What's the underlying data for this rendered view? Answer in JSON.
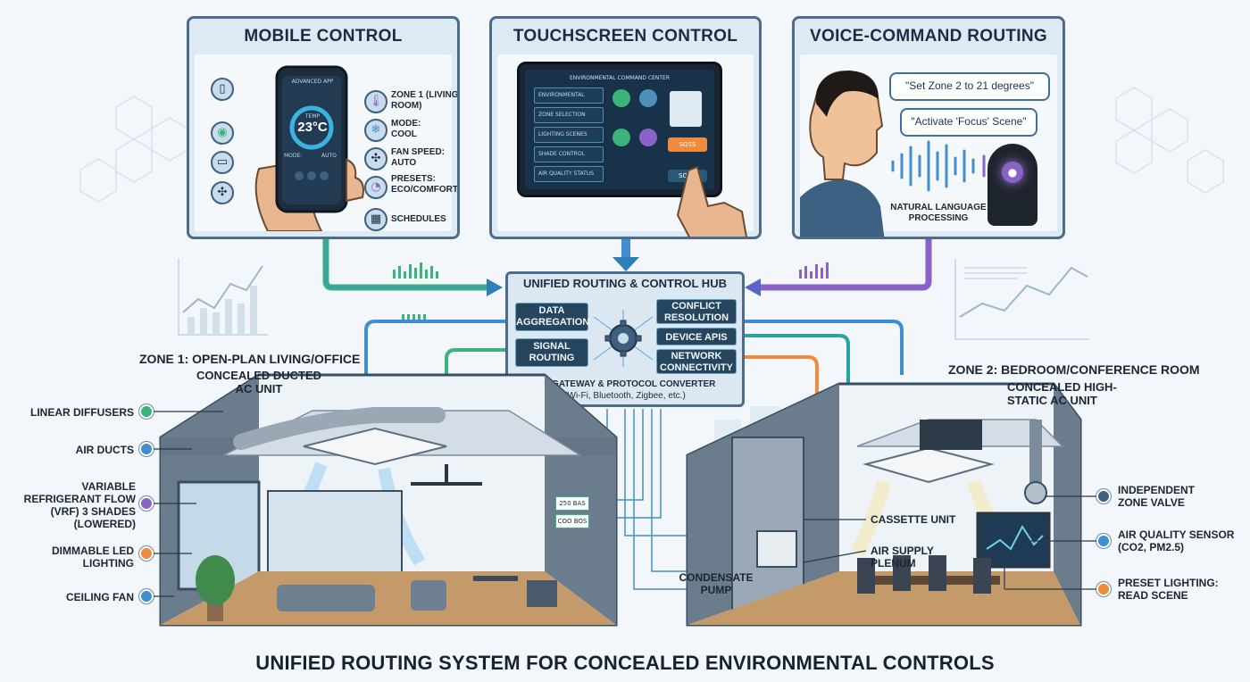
{
  "title": "UNIFIED ROUTING SYSTEM FOR CONCEALED ENVIRONMENTAL CONTROLS",
  "panels": {
    "mobile": {
      "title": "MOBILE CONTROL",
      "app_name": "ADVANCED APP",
      "temp_label": "TEMP",
      "temp_value": "23°C",
      "mode_label": "MODE:",
      "mode_value": "AUTO",
      "items": [
        {
          "label": "ZONE 1 (LIVING ROOM)",
          "icon": "thermometer-icon"
        },
        {
          "label": "MODE: COOL",
          "icon": "snowflake-icon"
        },
        {
          "label": "FAN SPEED: AUTO",
          "icon": "fan-icon"
        },
        {
          "label": "PRESETS: ECO/COMFORT",
          "icon": "preset-dial-icon"
        },
        {
          "label": "SCHEDULES",
          "icon": "calendar-icon"
        }
      ]
    },
    "touchscreen": {
      "title": "TOUCHSCREEN CONTROL",
      "screen_title": "ENVIRONMENTAL COMMAND CENTER",
      "menu": [
        "ENVIRONMENTAL",
        "ZONE SELECTION",
        "LIGHTING SCENES",
        "SHADE CONTROL",
        "AIR QUALITY STATUS"
      ],
      "buttons": [
        "SOSS",
        "SOOS"
      ]
    },
    "voice": {
      "title": "VOICE-COMMAND ROUTING",
      "bubble1": "\"Set Zone 2 to 21 degrees\"",
      "bubble2": "\"Activate 'Focus' Scene\"",
      "nlp": "NATURAL LANGUAGE PROCESSING"
    }
  },
  "hub": {
    "title": "UNIFIED ROUTING & CONTROL HUB",
    "chips": {
      "data": "DATA AGGREGATION",
      "signal": "SIGNAL ROUTING",
      "conflict": "CONFLICT RESOLUTION",
      "api": "DEVICE APIS",
      "network": "NETWORK CONNECTIVITY"
    },
    "gateway": "IOT GATEWAY & PROTOCOL CONVERTER",
    "protocols": "(Wi-Fi, Bluetooth, Zigbee, etc.)"
  },
  "zone1": {
    "title": "ZONE 1: OPEN-PLAN LIVING/OFFICE",
    "unit": "CONCEALED DUCTED AC UNIT",
    "labels": {
      "diffusers": "LINEAR DIFFUSERS",
      "ducts": "AIR DUCTS",
      "vrf": "VARIABLE REFRIGERANT FLOW (VRF) 3 SHADES (LOWERED)",
      "led": "DIMMABLE LED LIGHTING",
      "fan": "CEILING FAN"
    },
    "tags": [
      "250 BAS",
      "COO BOS"
    ]
  },
  "zone2": {
    "title": "ZONE 2: BEDROOM/CONFERENCE ROOM",
    "unit": "CONCEALED HIGH-STATIC AC UNIT",
    "labels": {
      "cassette": "CASSETTE UNIT",
      "plenum": "AIR SUPPLY PLENUM",
      "pump": "CONDENSATE PUMP",
      "valve": "INDEPENDENT ZONE VALVE",
      "sensor": "AIR QUALITY SENSOR (CO2, PM2.5)",
      "lighting": "PRESET LIGHTING: READ SCENE"
    }
  },
  "colors": {
    "frame": "#4d6c8a",
    "green": "#3bb37a",
    "blue": "#3f8fd0",
    "purple": "#8a63c8",
    "orange": "#f08a3c",
    "teal": "#27a3a0"
  }
}
